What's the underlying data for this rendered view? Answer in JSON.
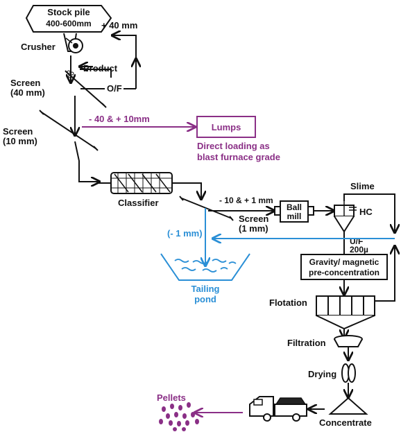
{
  "colors": {
    "ink": "#111111",
    "purple": "#8a2f86",
    "blue": "#2a8fd6"
  },
  "labels": {
    "stockpile_1": "Stock pile",
    "stockpile_2": "400-600mm",
    "plus40": "+ 40 mm",
    "crusher": "Crusher",
    "product": "Product",
    "screen40_1": "Screen",
    "screen40_2": "(40 mm)",
    "of": "O/F",
    "minus40": "- 40 & + 10mm",
    "lumps": "Lumps",
    "direct_1": "Direct loading as",
    "direct_2": "blast furnace grade",
    "screen10_1": "Screen",
    "screen10_2": "(10 mm)",
    "classifier": "Classifier",
    "minus10": "- 10 & + 1 mm",
    "screen1_1": "Screen",
    "screen1_2": "(1 mm)",
    "ballmill_1": "Ball",
    "ballmill_2": "mill",
    "slime": "Slime",
    "hc": "HC",
    "minus1": "(- 1 mm)",
    "uf_1": "U/F",
    "uf_2": "200µ",
    "gravity_1": "Gravity/ magnetic",
    "gravity_2": "pre-concentration",
    "tailing_1": "Tailing",
    "tailing_2": "pond",
    "flotation": "Flotation",
    "filtration": "Filtration",
    "drying": "Drying",
    "pellets": "Pellets",
    "concentrate": "Concentrate"
  },
  "icons": [
    "crusher-icon",
    "classifier-drum-icon",
    "ball-mill-icon",
    "hydrocyclone-icon",
    "flotation-cells-icon",
    "filter-icon",
    "dryer-icon",
    "truck-icon",
    "pellets-icon",
    "tailing-pond-icon"
  ]
}
